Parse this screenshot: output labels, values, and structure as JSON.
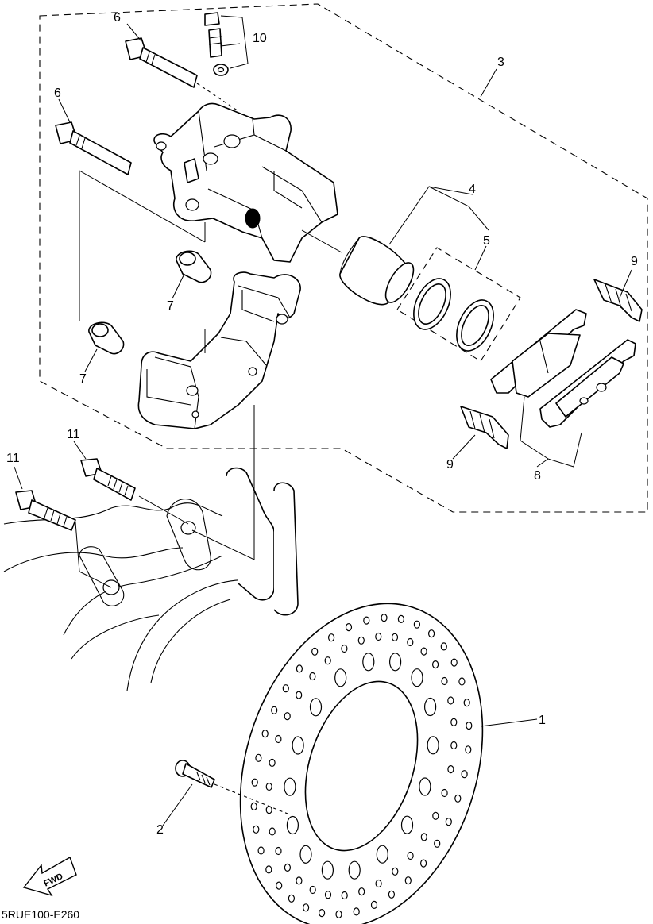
{
  "diagram": {
    "drawing_code": "5RUE100-E260",
    "fwd_label": "FWD",
    "callouts": [
      {
        "id": "c1",
        "text": "1"
      },
      {
        "id": "c2",
        "text": "2"
      },
      {
        "id": "c3",
        "text": "3"
      },
      {
        "id": "c4",
        "text": "4"
      },
      {
        "id": "c5",
        "text": "5"
      },
      {
        "id": "c6a",
        "text": "6"
      },
      {
        "id": "c6b",
        "text": "6"
      },
      {
        "id": "c7a",
        "text": "7"
      },
      {
        "id": "c7b",
        "text": "7"
      },
      {
        "id": "c8",
        "text": "8"
      },
      {
        "id": "c9a",
        "text": "9"
      },
      {
        "id": "c9b",
        "text": "9"
      },
      {
        "id": "c10",
        "text": "10"
      },
      {
        "id": "c11a",
        "text": "11"
      },
      {
        "id": "c11b",
        "text": "11"
      }
    ]
  }
}
